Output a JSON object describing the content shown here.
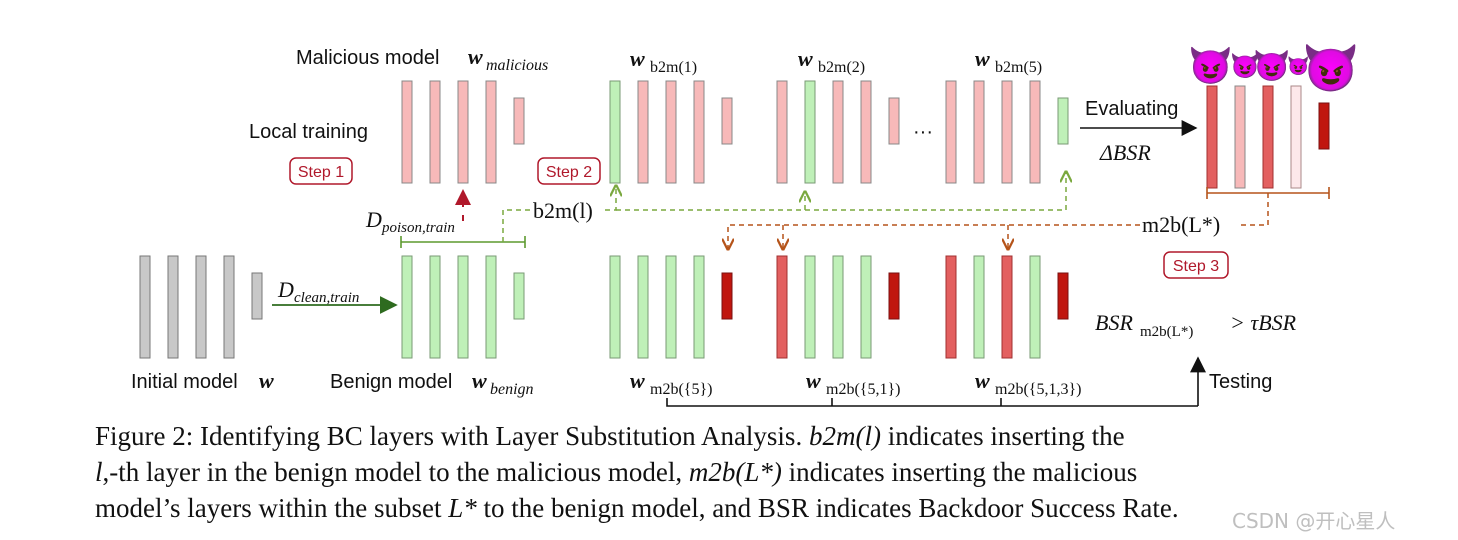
{
  "labels": {
    "malicious_model": "Malicious model",
    "malicious_sub": "malicious",
    "local_training": "Local training",
    "step1": "Step 1",
    "step2": "Step 2",
    "step3": "Step 3",
    "d_poison": "poison,train",
    "d_clean": "clean,train",
    "b2m_l": "b2m(l)",
    "b2m_1": "b2m(1)",
    "b2m_2": "b2m(2)",
    "b2m_5": "b2m(5)",
    "ellipsis": "···",
    "evaluating": "Evaluating",
    "delta_bsr": "ΔBSR",
    "m2b_L": "m2b(L*)",
    "bsr_condition_main": "BSR",
    "bsr_condition_sub": "m2b(L*)",
    "bsr_condition_rhs": "> τBSR",
    "initial_model": "Initial model",
    "benign_model": "Benign model",
    "benign_sub": "benign",
    "m2b_5": "m2b({5})",
    "m2b_51": "m2b({5,1})",
    "m2b_513": "m2b({5,1,3})",
    "testing": "Testing"
  },
  "colors": {
    "malicious_fill": "#f7b9b9",
    "benign_fill": "#bff0b8",
    "initial_fill": "#c8c8c8",
    "dark_red": "#c0160f",
    "mid_red": "#e36060",
    "arrow_green": "#7aa83e",
    "arrow_orange": "#b5541a"
  },
  "emoji": {
    "devil": "😈"
  },
  "caption": {
    "line1_a": "Figure 2: Identifying BC layers with Layer Substitution Analysis.",
    "line1_math": "b2m(l)",
    "line1_b": "indicates inserting the",
    "line2_a": "l",
    "line2_b": ",-th",
    "line2_c": "layer in the benign model to the malicious model,",
    "line2_math": "m2b(L*)",
    "line2_d": "indicates inserting the malicious",
    "line3_a": "model’s layers within the subset",
    "line3_math": "L*",
    "line3_b": "to the benign model, and BSR indicates Backdoor Success Rate."
  },
  "watermark": "CSDN @开心星人"
}
